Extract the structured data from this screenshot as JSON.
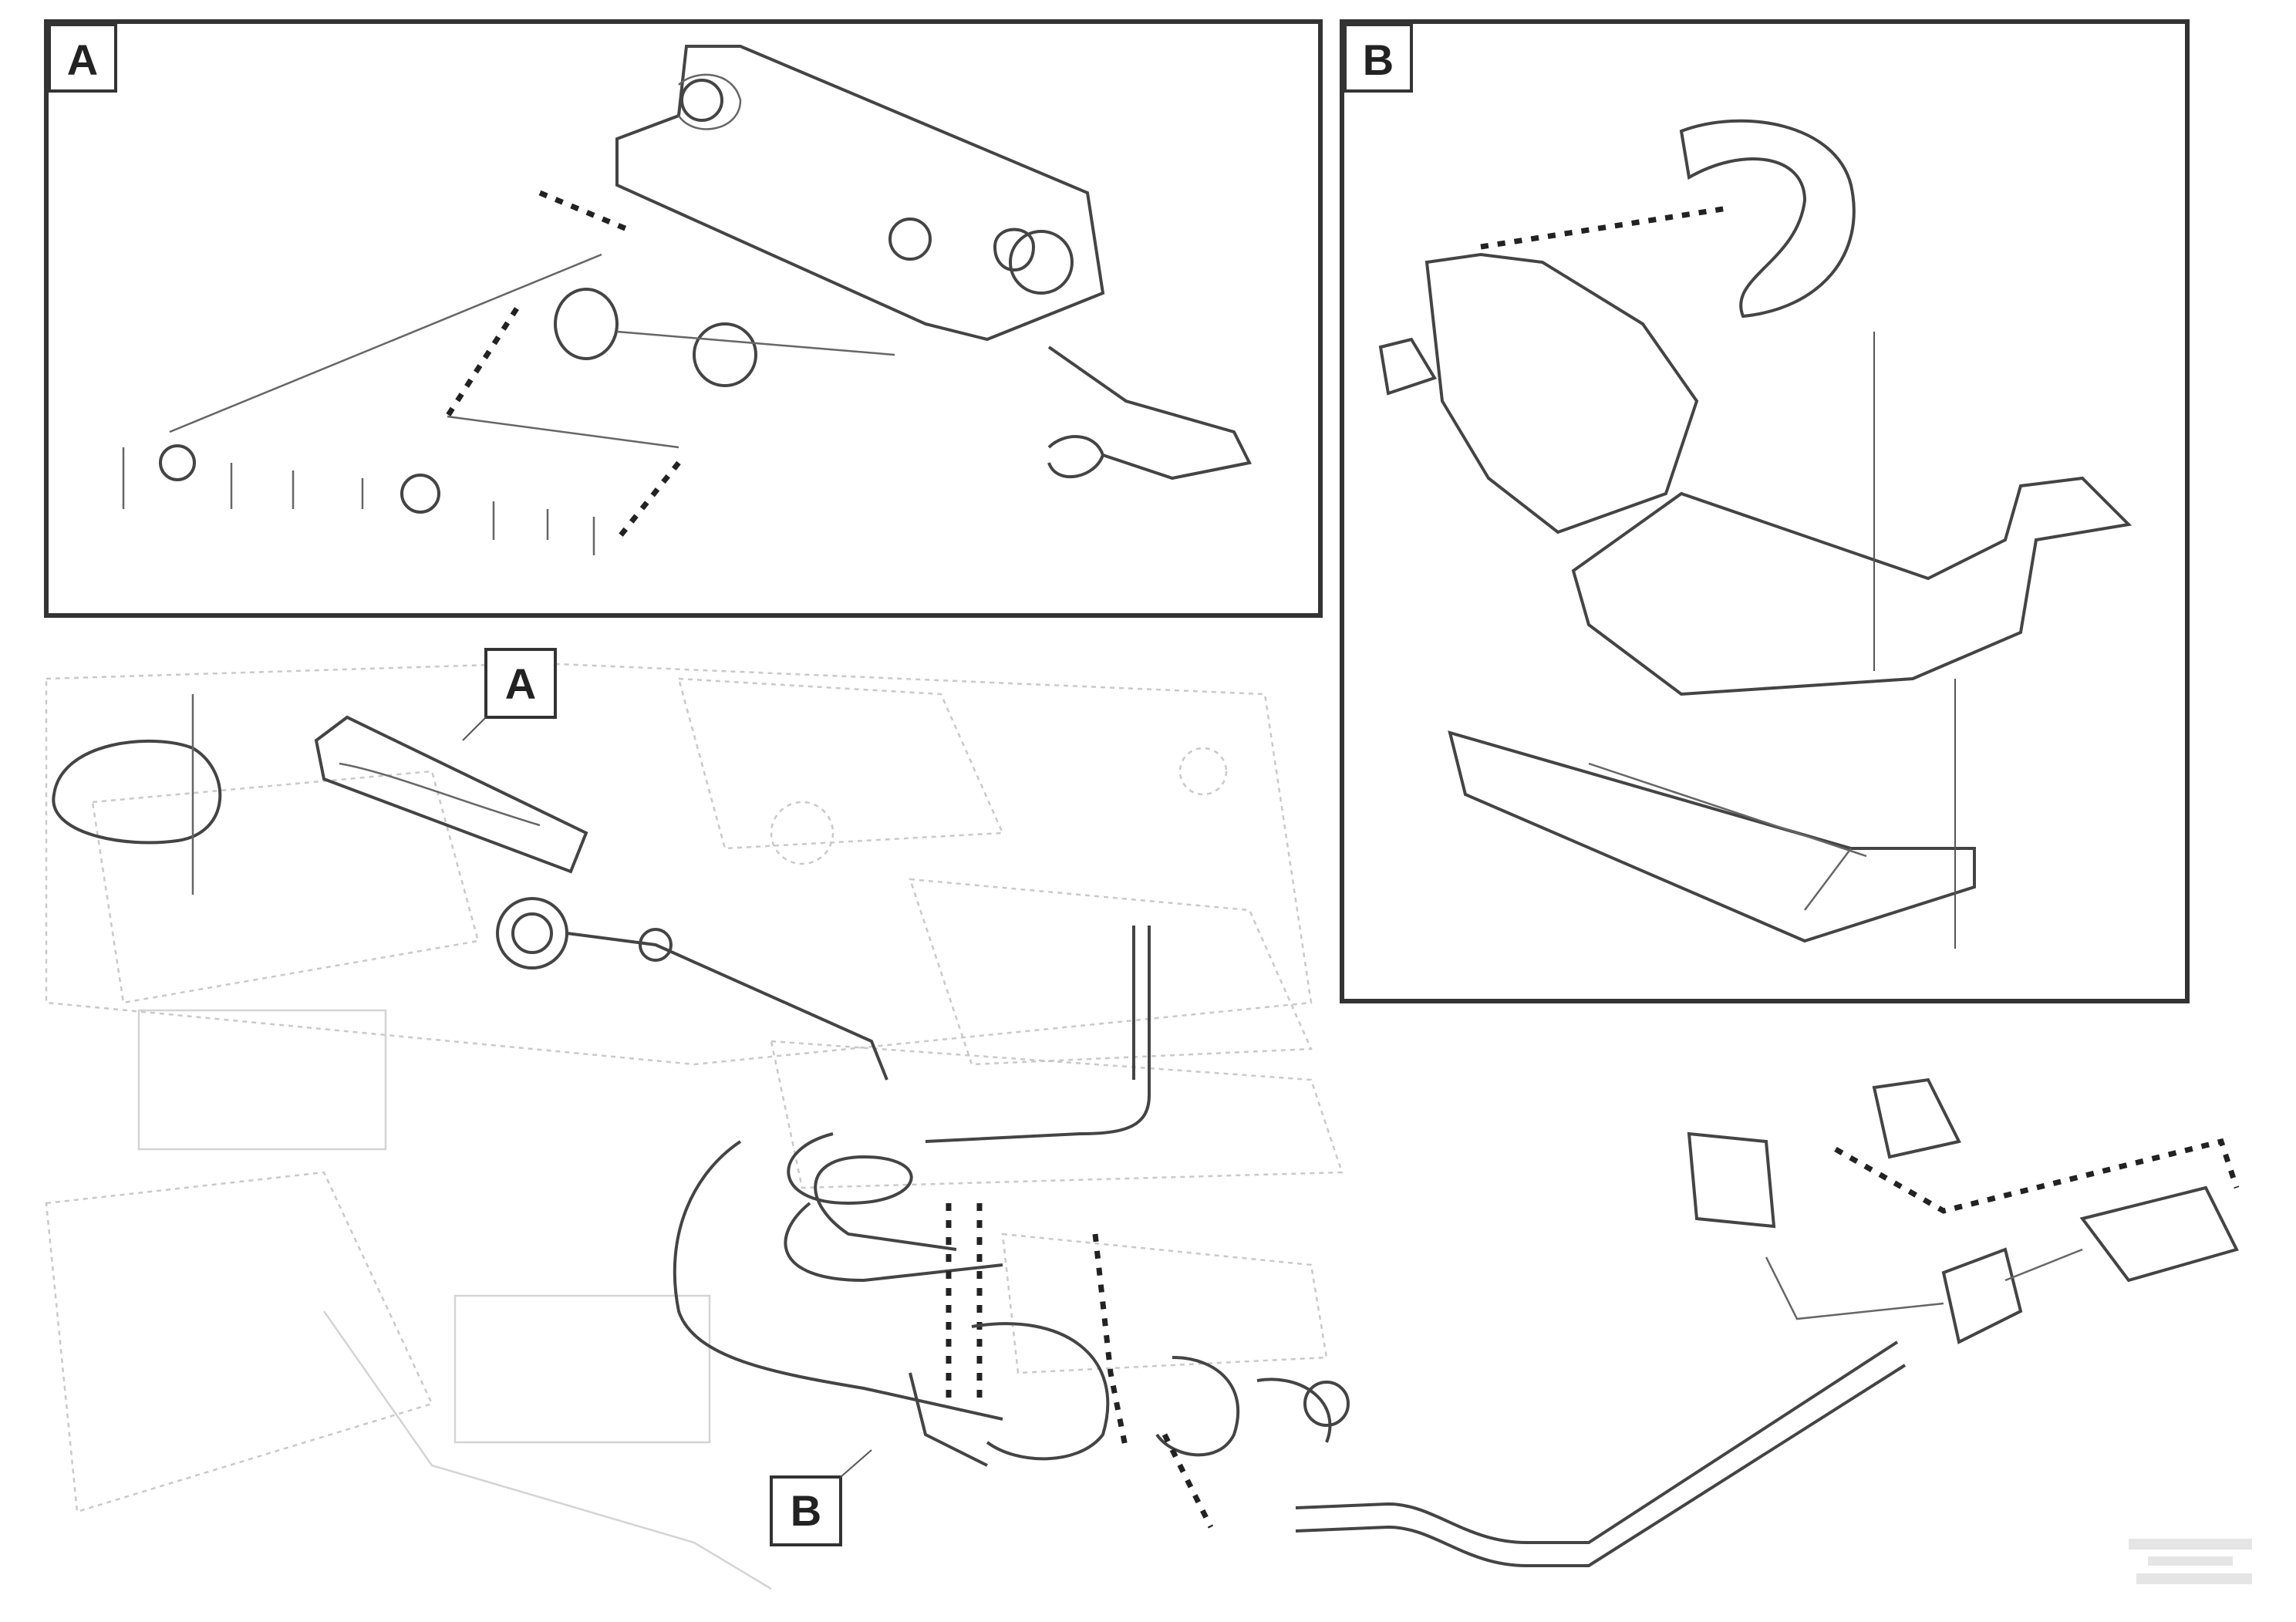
{
  "detail_labels": {
    "a": "A",
    "b": "B"
  },
  "colors": {
    "frame": "#333333",
    "line": "#444444",
    "ghost": "#c9c9c9"
  },
  "icons": {
    "detail_marker": "boxed-letter-marker"
  },
  "reference": [
    "",
    "",
    ""
  ]
}
